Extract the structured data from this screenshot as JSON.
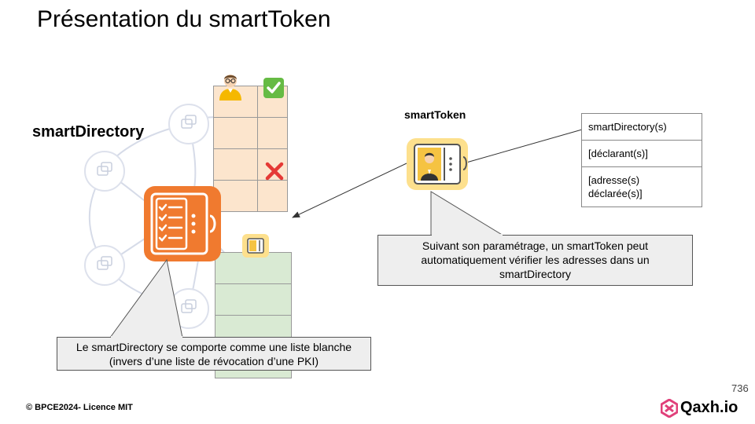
{
  "slide": {
    "title": "Présentation du smartToken",
    "smart_directory_label": "smartDirectory",
    "smart_token_label": "smartToken",
    "page_number": "736",
    "copyright": "BPCE2024- Licence MIT",
    "logo_text": "Qaxh.io"
  },
  "fields": [
    "smartDirectory(s)",
    "[déclarant(s)]",
    "[adresse(s) déclarée(s)]"
  ],
  "callouts": {
    "right": "Suivant son paramétrage, un smartToken peut automatiquement vérifier les adresses dans un smartDirectory",
    "left": "Le smartDirectory se comporte comme une liste blanche (invers d’une liste de révocation d’une PKI)"
  },
  "icons": {
    "check": "check-mark-icon",
    "cross": "cross-mark-icon",
    "person": "person-avatar-icon",
    "directory": "smart-directory-icon",
    "token": "smart-token-icon",
    "logo": "qaxh-logo-icon"
  },
  "colors": {
    "directory_orange": "#f07a2f",
    "token_yellow": "#fde08d",
    "grid_peach": "#fce5cd",
    "grid_green": "#d9ead3",
    "callout_gray": "#eeeeee",
    "logo_pink": "#e0407a"
  }
}
